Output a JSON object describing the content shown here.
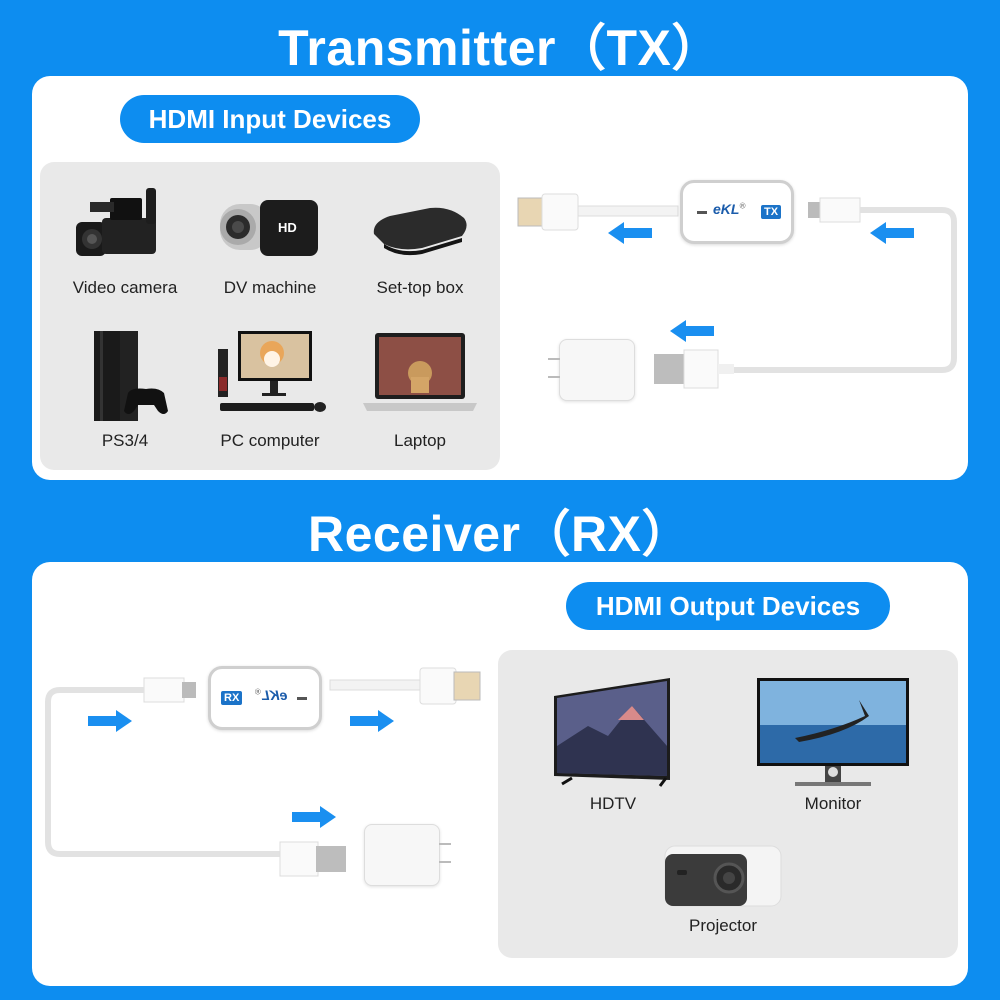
{
  "transmitter": {
    "title": "Transmitter（TX）",
    "pill_label": "HDMI Input Devices",
    "devices": [
      {
        "label": "Video camera",
        "icon": "video-camera-icon"
      },
      {
        "label": "DV machine",
        "icon": "camcorder-icon"
      },
      {
        "label": "Set-top box",
        "icon": "set-top-box-icon"
      },
      {
        "label": "PS3/4",
        "icon": "game-console-icon"
      },
      {
        "label": "PC computer",
        "icon": "desktop-computer-icon"
      },
      {
        "label": "Laptop",
        "icon": "laptop-icon"
      }
    ],
    "module": {
      "brand": "eKL",
      "registered": "®",
      "badge": "TX"
    }
  },
  "receiver": {
    "title": "Receiver（RX）",
    "pill_label": "HDMI Output Devices",
    "devices": [
      {
        "label": "HDTV",
        "icon": "tv-icon"
      },
      {
        "label": "Monitor",
        "icon": "monitor-icon"
      },
      {
        "label": "Projector",
        "icon": "projector-icon"
      }
    ],
    "module": {
      "brand": "eKL",
      "registered": "®",
      "badge": "RX"
    }
  },
  "colors": {
    "accent": "#0d8df0",
    "panel": "#ffffff",
    "device_box": "#e9e9e9",
    "arrow": "#1a8ff0"
  }
}
